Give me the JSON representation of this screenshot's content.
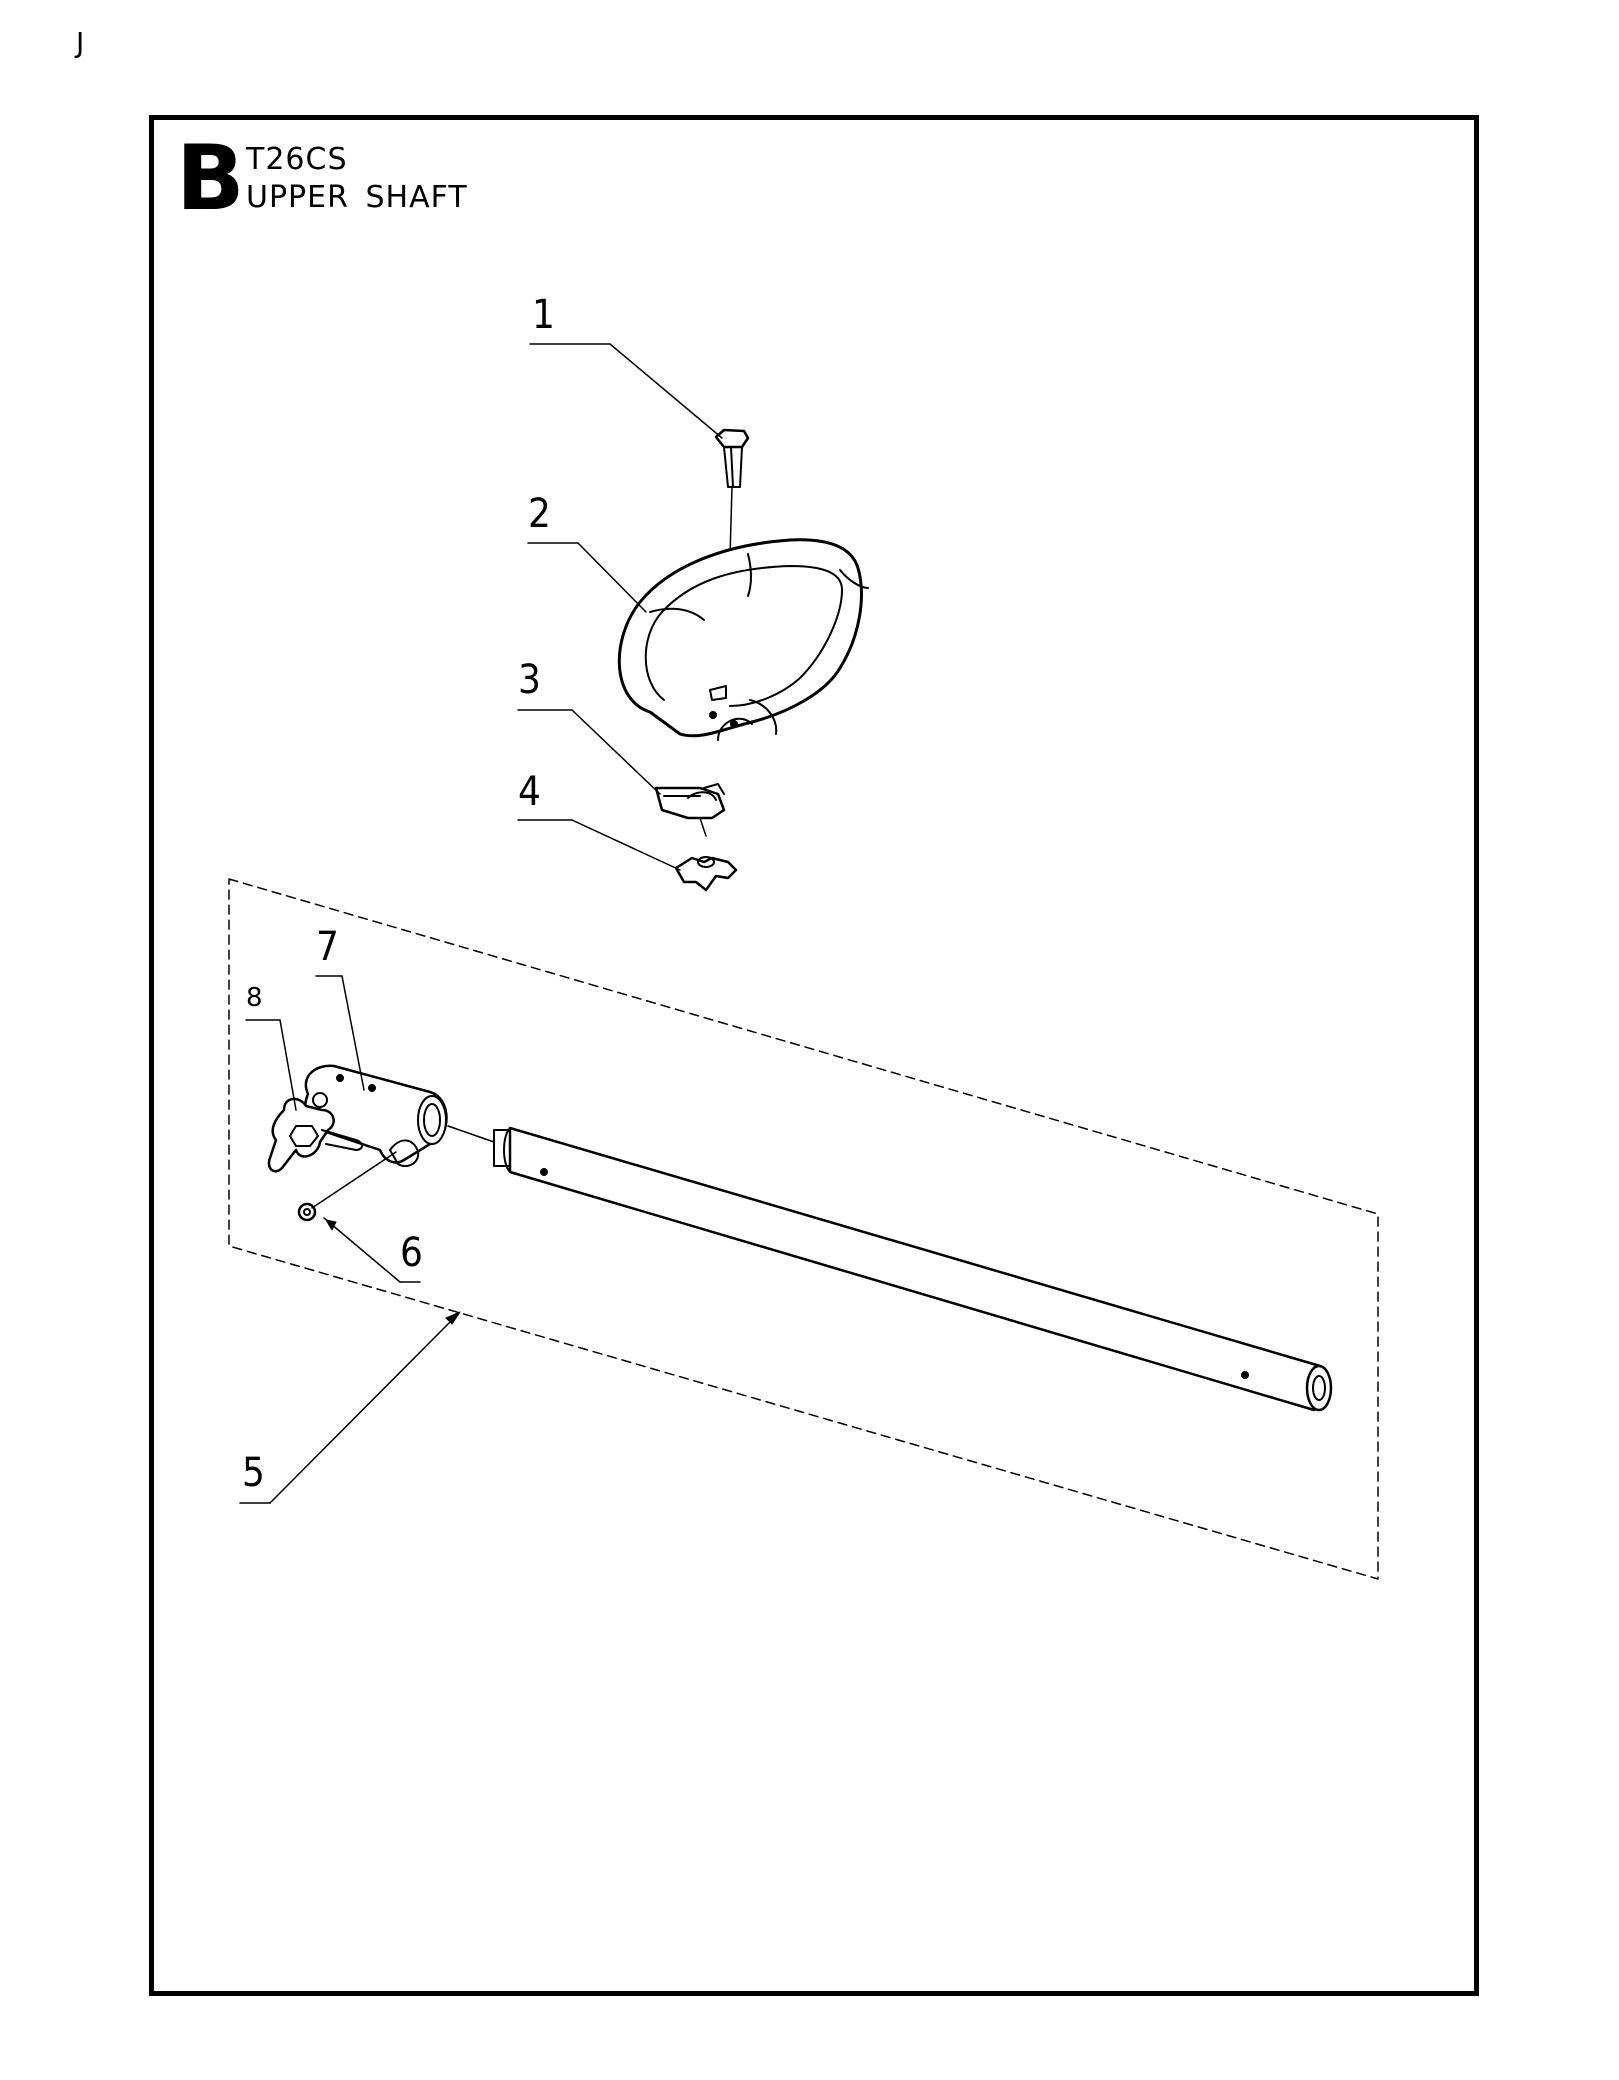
{
  "page": {
    "corner_mark": "J"
  },
  "header": {
    "section_letter": "B",
    "model": "T26CS",
    "title": "UPPER SHAFT"
  },
  "callouts": [
    "1",
    "2",
    "3",
    "4",
    "5",
    "6",
    "7",
    "8"
  ]
}
